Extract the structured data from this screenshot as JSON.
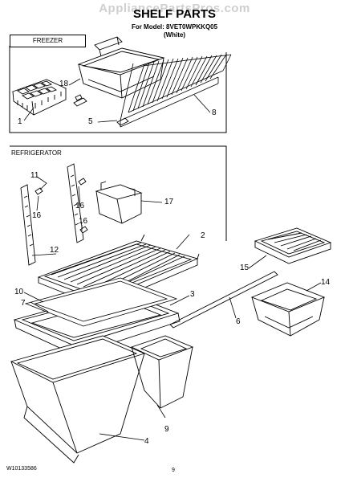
{
  "watermark": "AppliancePartsPros.com",
  "header": {
    "title": "SHELF PARTS",
    "model": "For Model: 8VET0WPKKQ05",
    "color": "(White)"
  },
  "sections": {
    "freezer": "FREEZER",
    "refrigerator": "REFRIGERATOR"
  },
  "callouts": {
    "c1": "1",
    "c18": "18",
    "c5": "5",
    "c8": "8",
    "c11": "11",
    "c16a": "16",
    "c16b": "16",
    "c16c": "16",
    "c17": "17",
    "c12": "12",
    "c2": "2",
    "c15": "15",
    "c10": "10",
    "c7": "7",
    "c3": "3",
    "c14": "14",
    "c6": "6",
    "c9": "9",
    "c4": "4"
  },
  "footer": {
    "doc_number": "W10133586",
    "page": "9"
  }
}
